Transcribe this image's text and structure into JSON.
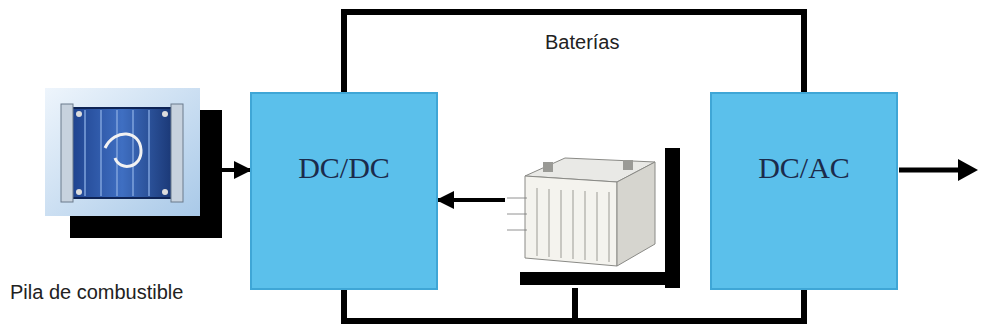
{
  "diagram": {
    "nodes": [
      {
        "text": [
          "Pila de combustible"
        ]
      },
      {
        "text": [
          "DC/DC"
        ]
      },
      {
        "text": [
          "Baterías"
        ]
      },
      {
        "text": [
          "DC/AC"
        ]
      }
    ],
    "edges": [
      {
        "from": 0,
        "to": 1,
        "arrow": "to"
      },
      {
        "from": 2,
        "to": 1,
        "arrow": "to"
      },
      {
        "from": 1,
        "to": 3,
        "arrow": "none"
      },
      {
        "from": 1,
        "to": 3,
        "arrow": "none"
      },
      {
        "from": 2,
        "to": 3,
        "arrow": "none"
      }
    ]
  }
}
